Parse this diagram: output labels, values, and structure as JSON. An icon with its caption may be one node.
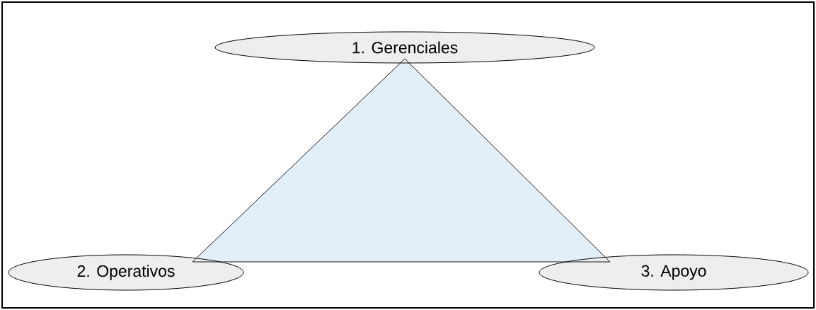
{
  "diagram": {
    "nodes": [
      {
        "text": [
          "1. Gerenciales"
        ]
      },
      {
        "text": [
          "2. Operativos"
        ]
      },
      {
        "text": [
          "3. Apoyo"
        ]
      }
    ],
    "edges": [
      {
        "from": 0,
        "to": 1,
        "arrow": "none"
      },
      {
        "from": 1,
        "to": 2,
        "arrow": "none"
      },
      {
        "from": 2,
        "to": 0,
        "arrow": "none"
      }
    ]
  }
}
